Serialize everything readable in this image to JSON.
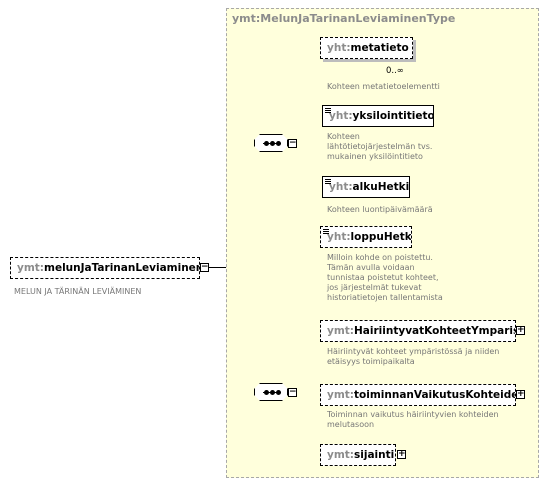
{
  "root": {
    "prefix": "ymt:",
    "name": "melunJaTarinanLeviaminen",
    "caption": "MELUN JA TÄRINÄN LEVIÄMINEN"
  },
  "type": {
    "title": "ymt:MelunJaTarinanLeviaminenType"
  },
  "elements": [
    {
      "prefix": "yht:",
      "name": "metatieto",
      "cardinality": "0..∞",
      "doc": [
        "Kohteen metatietoelementti"
      ]
    },
    {
      "prefix": "yht:",
      "name": "yksilointitieto",
      "doc": [
        "Kohteen",
        "lähtötietojärjestelmän tvs.",
        "mukainen yksilöintitieto"
      ]
    },
    {
      "prefix": "yht:",
      "name": "alkuHetki",
      "doc": [
        "Kohteen luontipäivämäärä"
      ]
    },
    {
      "prefix": "yht:",
      "name": "loppuHetki",
      "doc": [
        "Milloin kohde on poistettu.",
        "Tämän avulla voidaan",
        "tunnistaa poistetut kohteet,",
        "jos järjestelmät tukevat",
        "historiatietojen tallentamista"
      ]
    },
    {
      "prefix": "ymt:",
      "name": "HairiintyvatKohteetYmparist...",
      "doc": [
        "Häiriintyvät kohteet ympäristössä ja niiden",
        "etäisyys toimipaikalta"
      ]
    },
    {
      "prefix": "ymt:",
      "name": "toiminnanVaikutusKohteide...",
      "doc": [
        "Toiminnan vaikutus häiriintyvien kohteiden",
        "melutasoon"
      ]
    },
    {
      "prefix": "ymt:",
      "name": "sijainti",
      "doc": []
    }
  ],
  "colors": {
    "type_background": "#ffffdc",
    "namespace_text": "#8c8c8c",
    "doc_text": "#777777"
  }
}
